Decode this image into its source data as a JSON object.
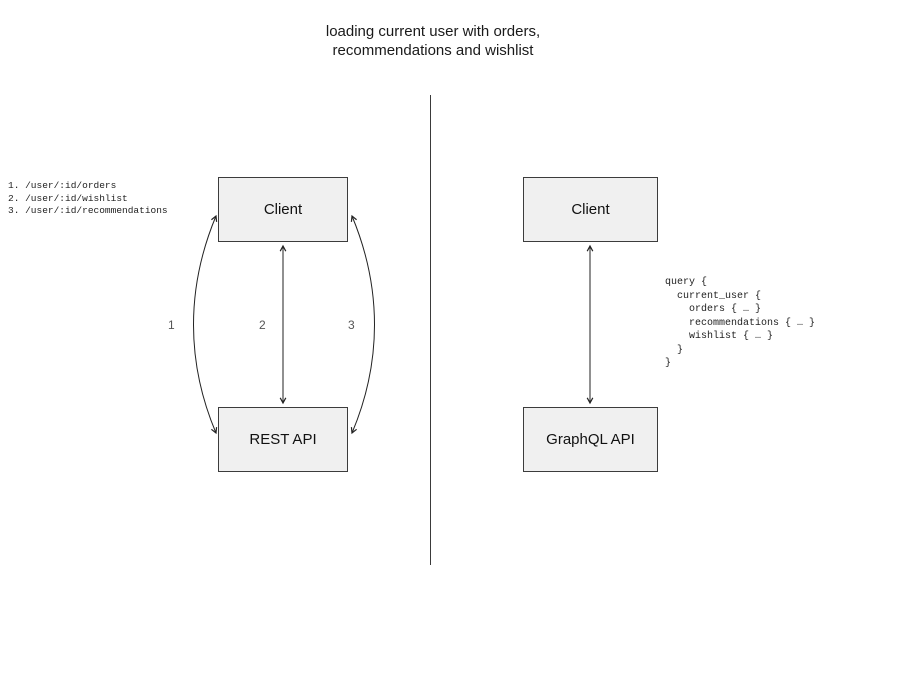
{
  "title": "loading current user with orders,\nrecommendations and wishlist",
  "rest": {
    "endpoints": "1. /user/:id/orders\n2. /user/:id/wishlist\n3. /user/:id/recommendations",
    "client_label": "Client",
    "api_label": "REST API",
    "arrow_labels": [
      "1",
      "2",
      "3"
    ]
  },
  "graphql": {
    "client_label": "Client",
    "api_label": "GraphQL API",
    "query": "query {\n  current_user {\n    orders { … }\n    recommendations { … }\n    wishlist { … }\n  }\n}"
  },
  "colors": {
    "box_fill": "#f0f0f0",
    "box_border": "#3c3c3c",
    "line": "#222222"
  }
}
